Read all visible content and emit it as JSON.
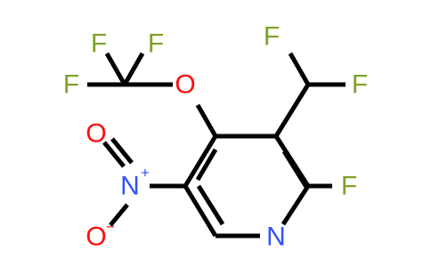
{
  "colors": {
    "bond": "#000000",
    "fluorine": "#7ea329",
    "oxygen": "#ff0d0d",
    "nitrogen": "#3052f8"
  },
  "atoms": {
    "f_cf3_top_left": "F",
    "f_cf3_top_right": "F",
    "f_cf3_left": "F",
    "o_ether": "O",
    "f_chf2_top": "F",
    "f_chf2_right": "F",
    "o_nitro_top": "O",
    "n_nitro": "N",
    "o_nitro_bottom": "O",
    "f_ring": "F",
    "n_ring": "N"
  },
  "charges": {
    "n_nitro": "+",
    "o_nitro_bottom": "−"
  }
}
